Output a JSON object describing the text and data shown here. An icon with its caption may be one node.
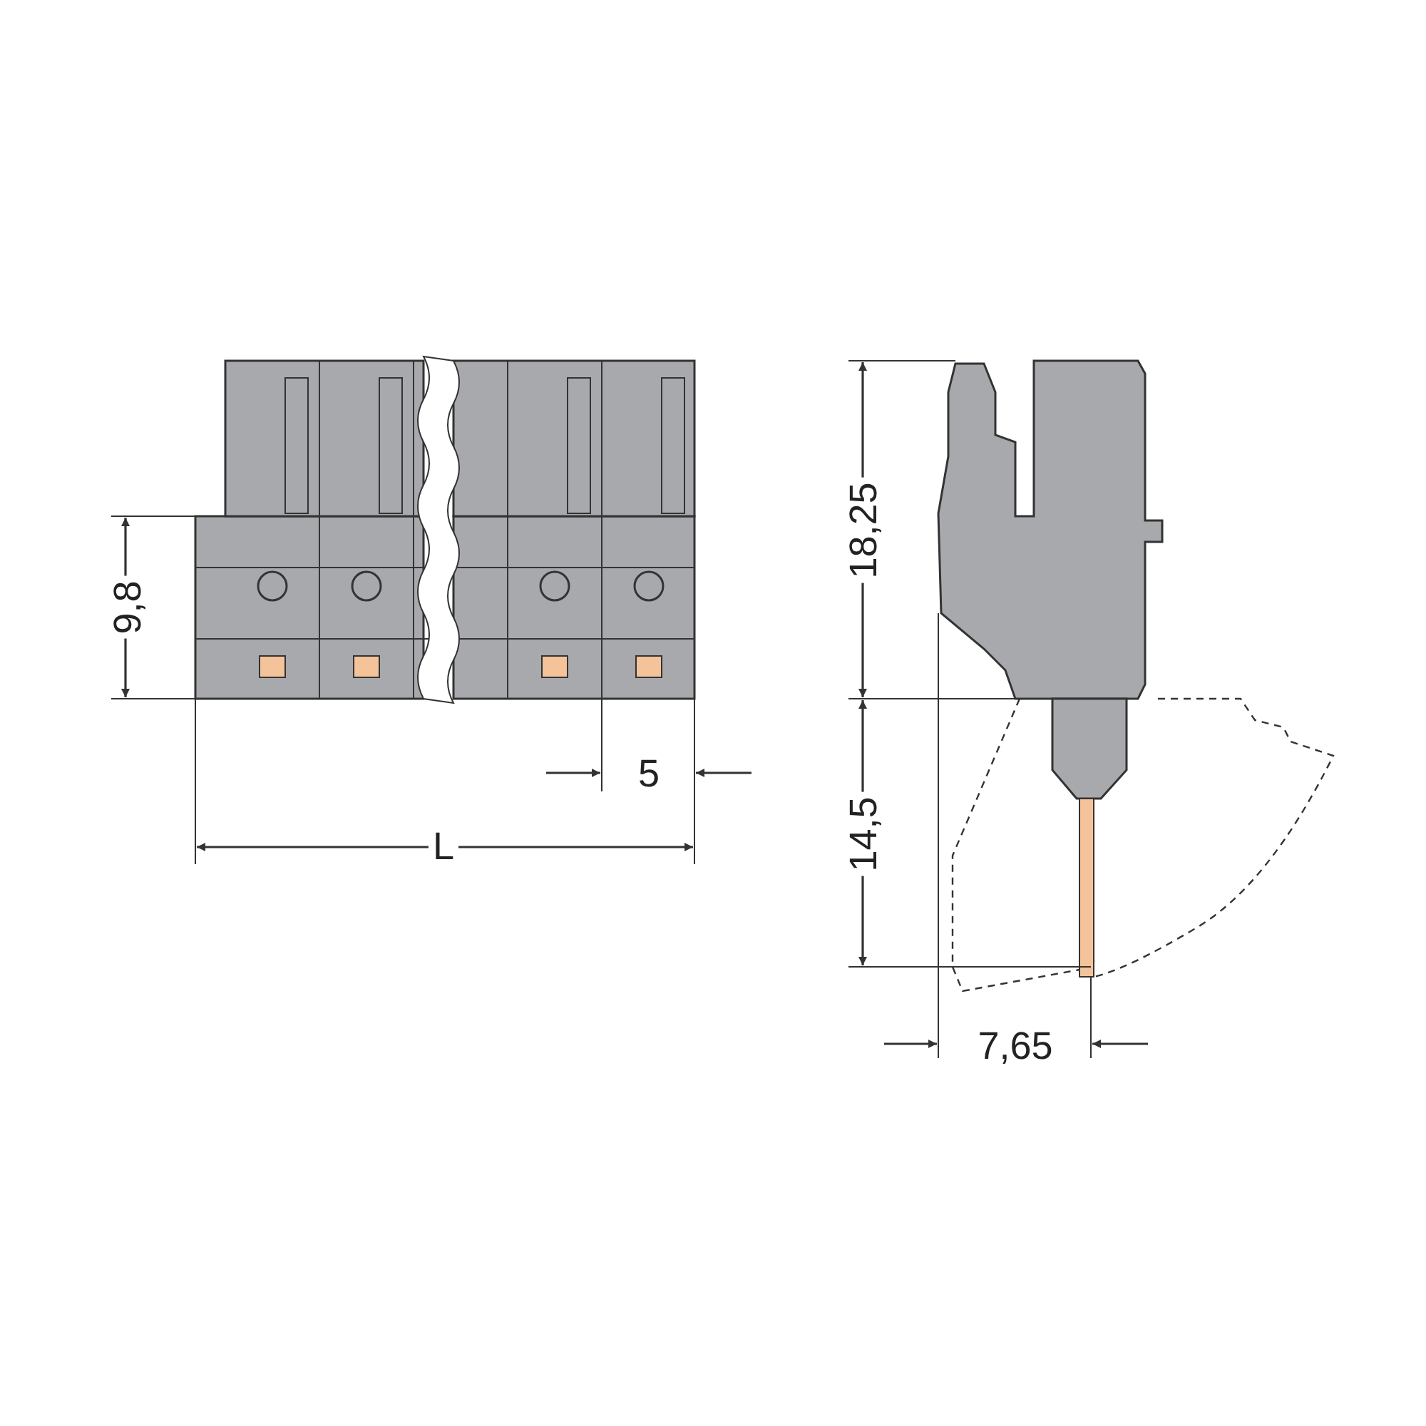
{
  "diagram": {
    "labels": [
      "18,25",
      "9,8",
      "5",
      "14,5",
      "L",
      "7,65"
    ]
  }
}
